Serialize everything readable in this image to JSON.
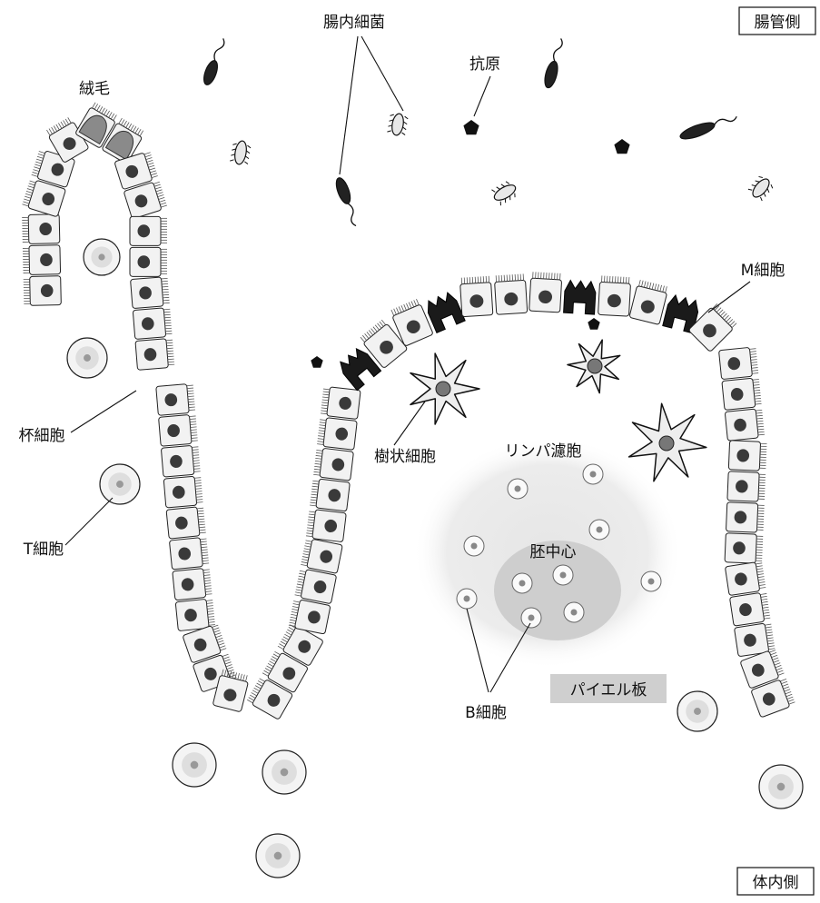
{
  "labels": {
    "lumen_side": "腸管側",
    "body_side": "体内側",
    "gut_bacteria": "腸内細菌",
    "antigen": "抗原",
    "villus": "絨毛",
    "m_cell": "M細胞",
    "goblet_cell": "杯細胞",
    "t_cell": "T細胞",
    "dendritic_cell": "樹状細胞",
    "lymph_follicle": "リンパ濾胞",
    "germinal_center": "胚中心",
    "b_cell": "B細胞",
    "peyer_patch": "パイエル板"
  },
  "colors": {
    "cell_fill": "#f2f2f2",
    "nucleus": "#3a3a3a",
    "goblet": "#8a8a8a",
    "m_cell": "#1a1a1a",
    "follicle": "#e4e4e4",
    "germinal_center": "#c9c9c9",
    "peyer_tag": "#cfcfcf"
  },
  "icons": {
    "bacterium": "rod-bacterium-icon",
    "antigen": "pentagon-antigen-icon",
    "dendritic_cell": "star-cell-icon",
    "lymphocyte": "round-cell-icon"
  }
}
